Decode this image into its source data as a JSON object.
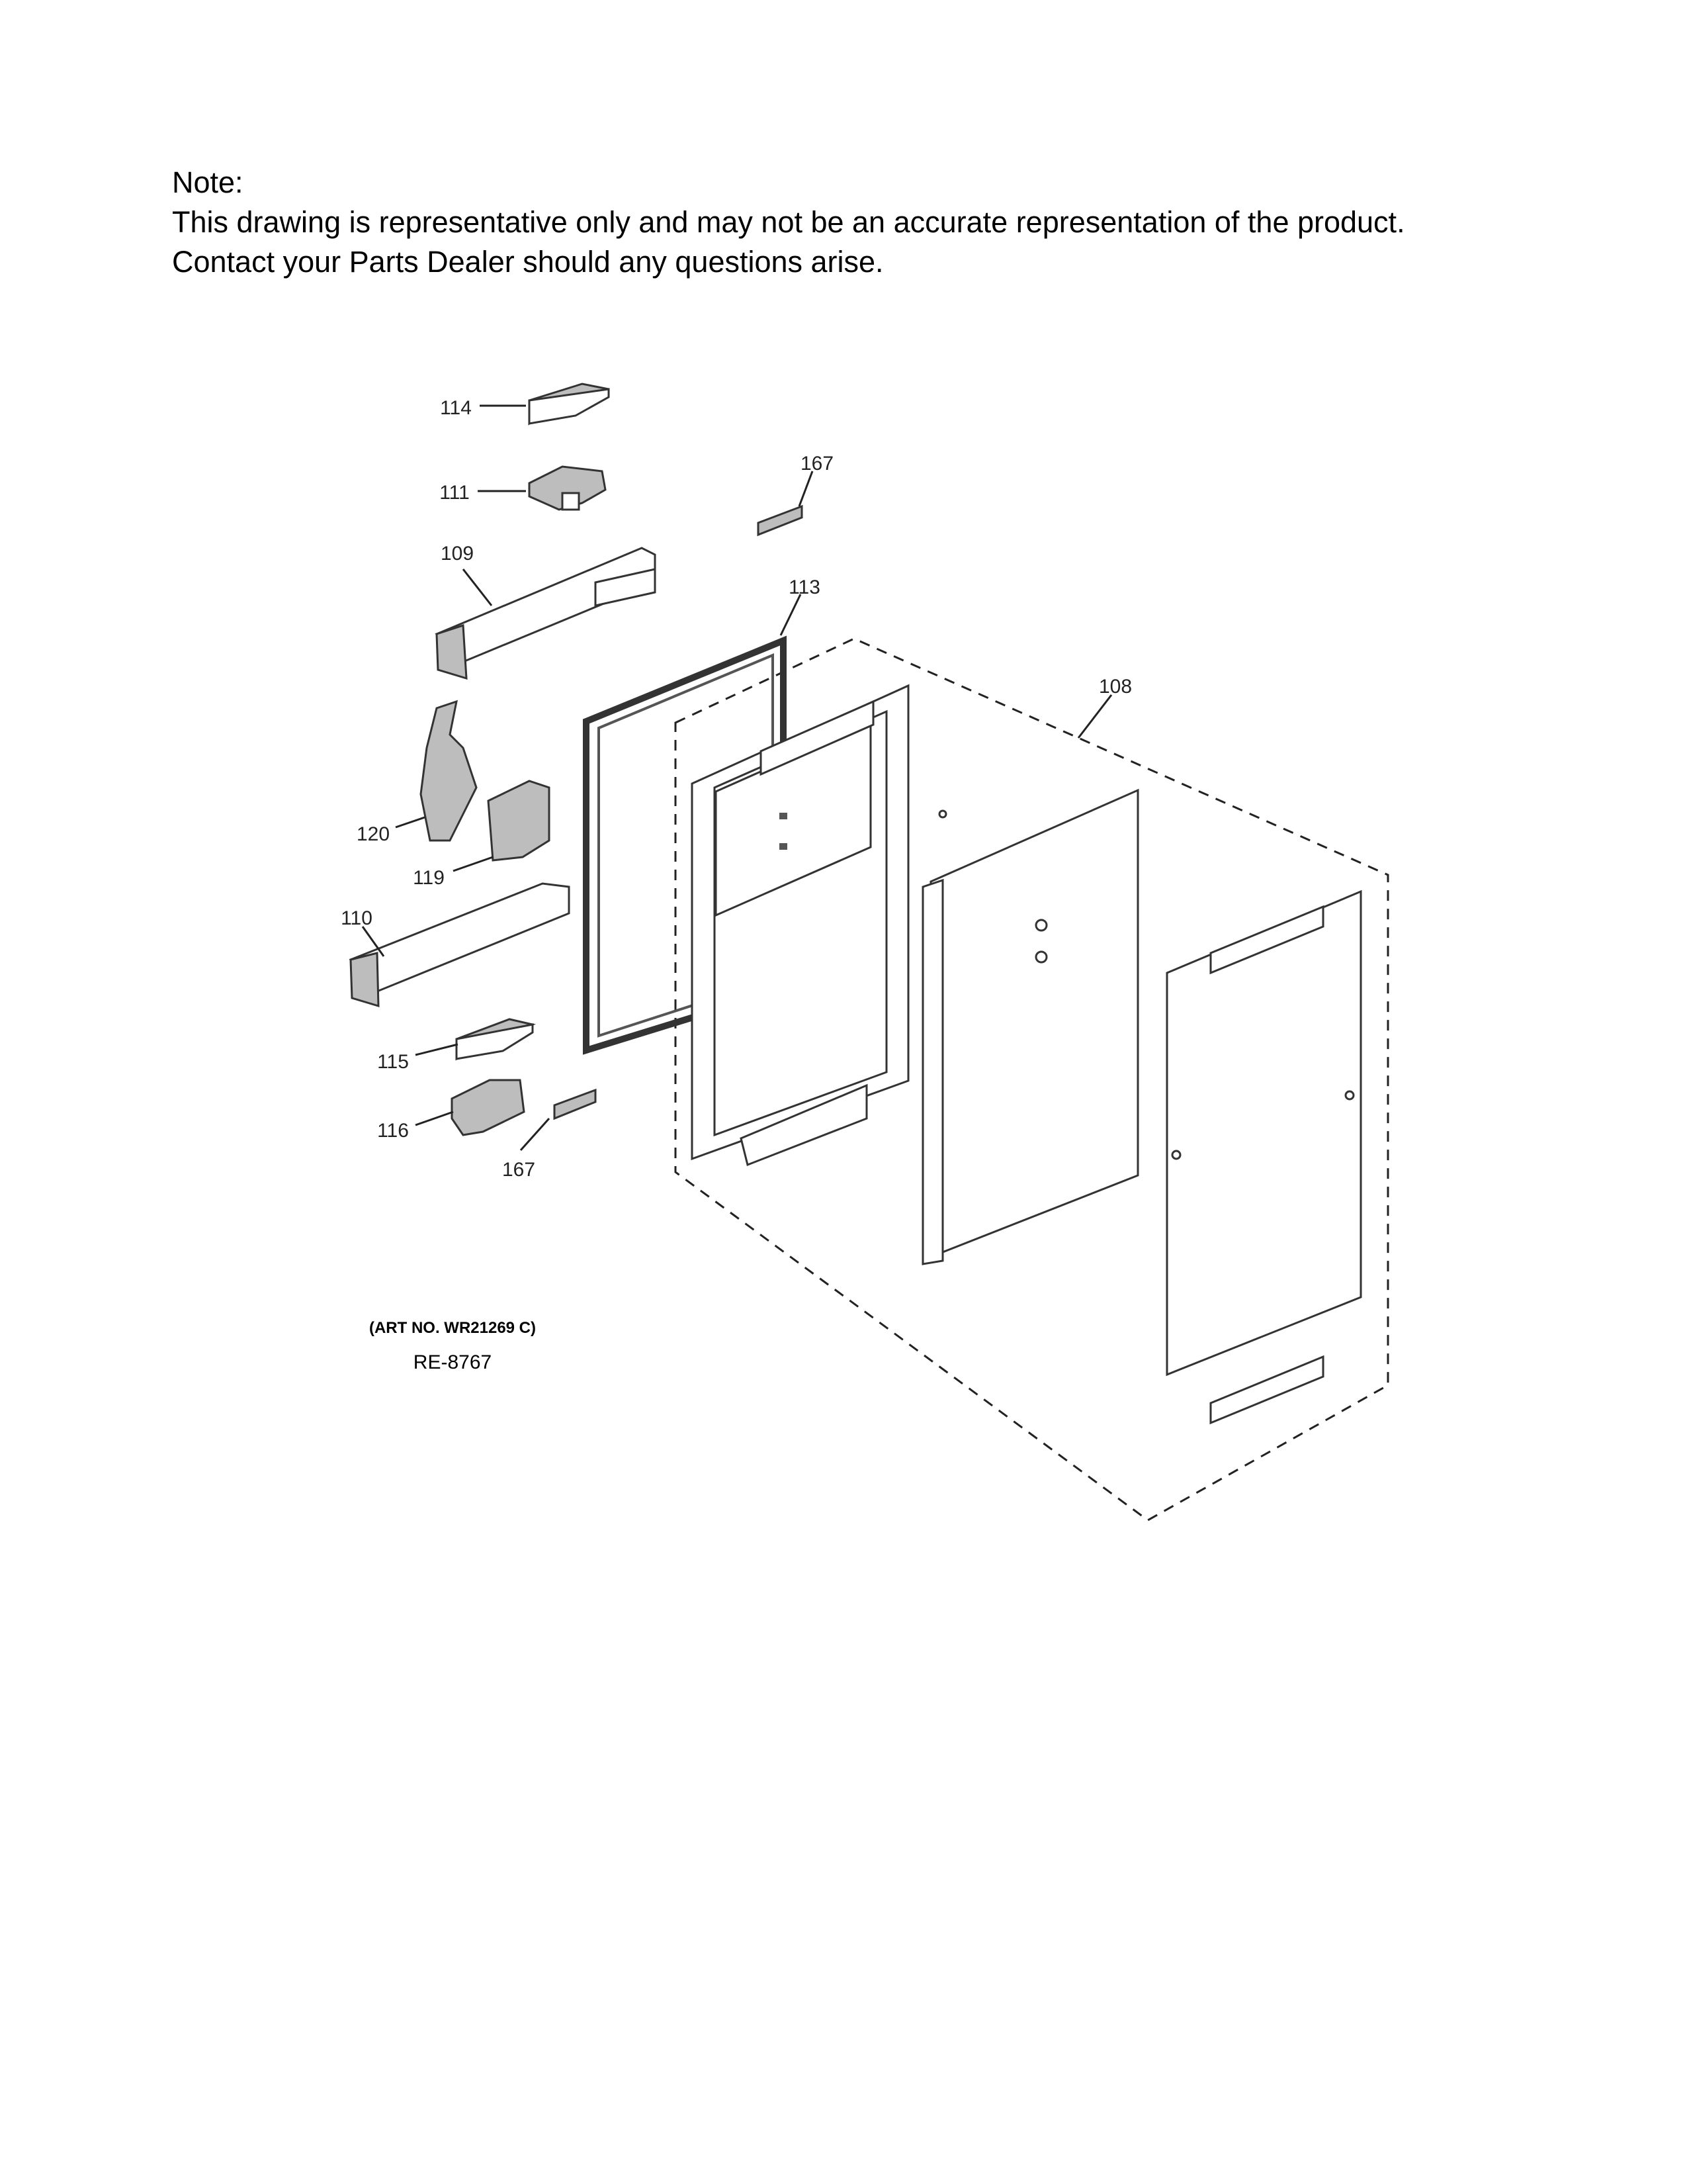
{
  "note": {
    "heading": "Note:",
    "line1": "This drawing is representative only and may not be an accurate representation of the product.",
    "line2": "Contact your Parts Dealer should any questions arise."
  },
  "diagram": {
    "callouts": {
      "p114": "114",
      "p111": "111",
      "p167_top": "167",
      "p109": "109",
      "p113": "113",
      "p108": "108",
      "p120": "120",
      "p119": "119",
      "p110": "110",
      "p115": "115",
      "p116": "116",
      "p167_bottom": "167"
    },
    "art_number": "(ART NO. WR21269 C)",
    "ref_code": "RE-8767"
  }
}
